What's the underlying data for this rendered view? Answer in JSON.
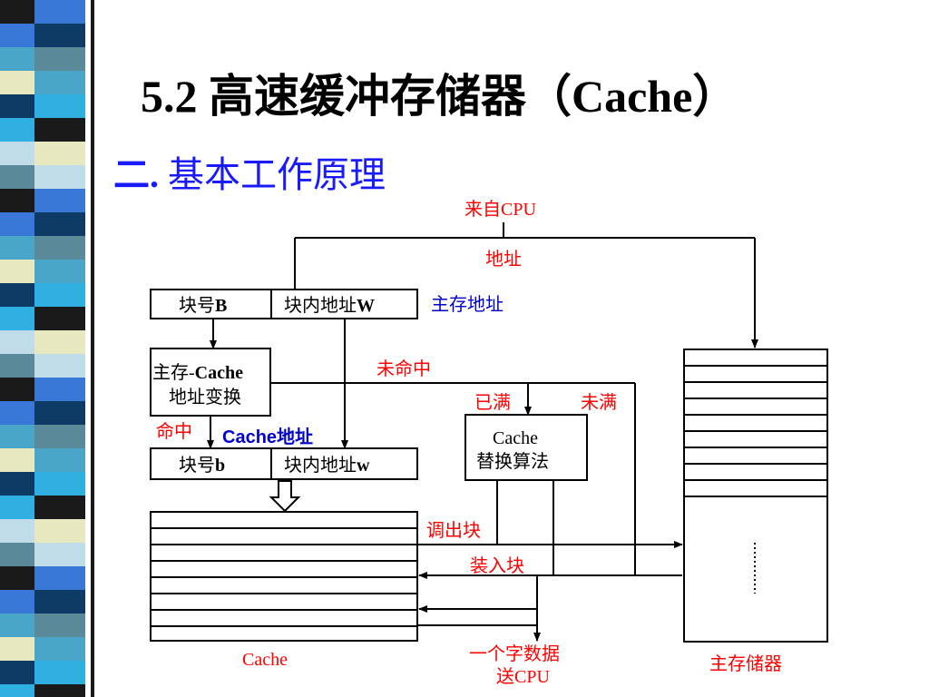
{
  "slide": {
    "title": "5.2 高速缓冲存储器（Cache）",
    "subtitle_number": "二.",
    "subtitle_text": "基本工作原理"
  },
  "diagram": {
    "from_cpu": "来自CPU",
    "address": "地址",
    "main_memory_address": "主存地址",
    "block_no_B_prefix": "块号",
    "block_no_B_var": "B",
    "block_offset_W_prefix": "块内地址",
    "block_offset_W_var": "W",
    "translate_line1_a": "主存-",
    "translate_line1_b": "Cache",
    "translate_line2": "地址变换",
    "miss": "未命中",
    "full": "已满",
    "not_full": "未满",
    "hit": "命中",
    "cache_address": "Cache地址",
    "replace_line1": "Cache",
    "replace_line2": "替换算法",
    "block_no_b_prefix": "块号",
    "block_no_b_var": "b",
    "block_offset_w_prefix": "块内地址",
    "block_offset_w_var": "w",
    "evict_block": "调出块",
    "load_block": "装入块",
    "cache_label": "Cache",
    "word_to_cpu_line1": "一个字数据",
    "word_to_cpu_line2": "送CPU",
    "main_memory_label": "主存储器"
  },
  "colors": {
    "title": "#000000",
    "subtitle": "#1a1aff",
    "label_red": "#ff0000",
    "label_blue": "#0000cc",
    "stripe_palette": [
      "#1a1a1a",
      "#3a78d8",
      "#4aa6c8",
      "#e8e8c0",
      "#0e3a66",
      "#2fb0e0",
      "#c0dce8",
      "#5a8a9a"
    ]
  }
}
